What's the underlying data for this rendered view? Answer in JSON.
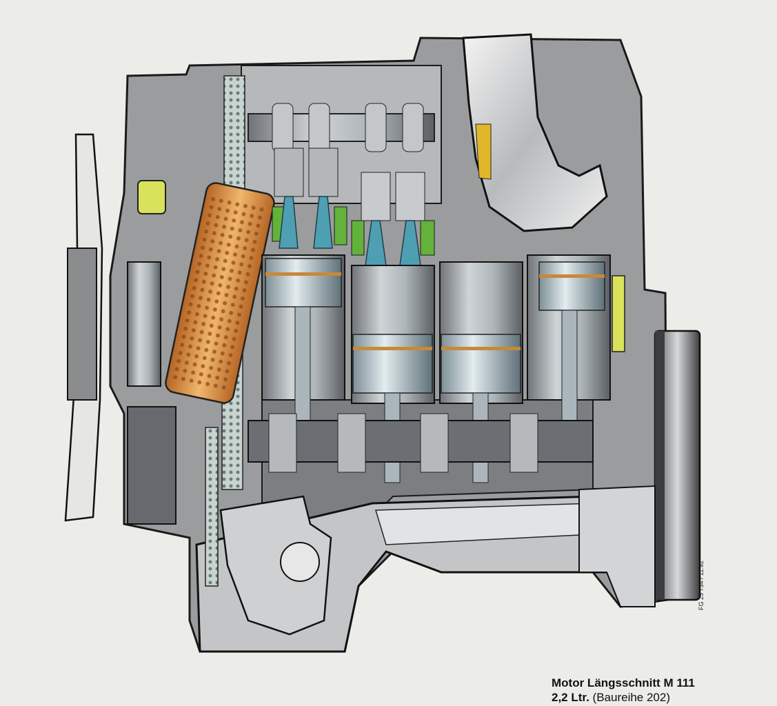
{
  "caption": {
    "line1": "Motor Längsschnitt M 111",
    "line2_bold": "2,2 Ltr.",
    "line2_normal": "(Baureihe 202)"
  },
  "drawing_code": "FG 25 734 / 11.92",
  "colors": {
    "background": "#ecece9",
    "block": "#8f9193",
    "block_light": "#c9cacb",
    "block_dark": "#4a4c4f",
    "piston": "#b9c3c8",
    "valve_blue": "#4f9fb3",
    "filter_orange": "#d9843a",
    "oil_yellow": "#d8e25b",
    "green": "#63b23a",
    "intake_chrome": "#dedfe0"
  }
}
